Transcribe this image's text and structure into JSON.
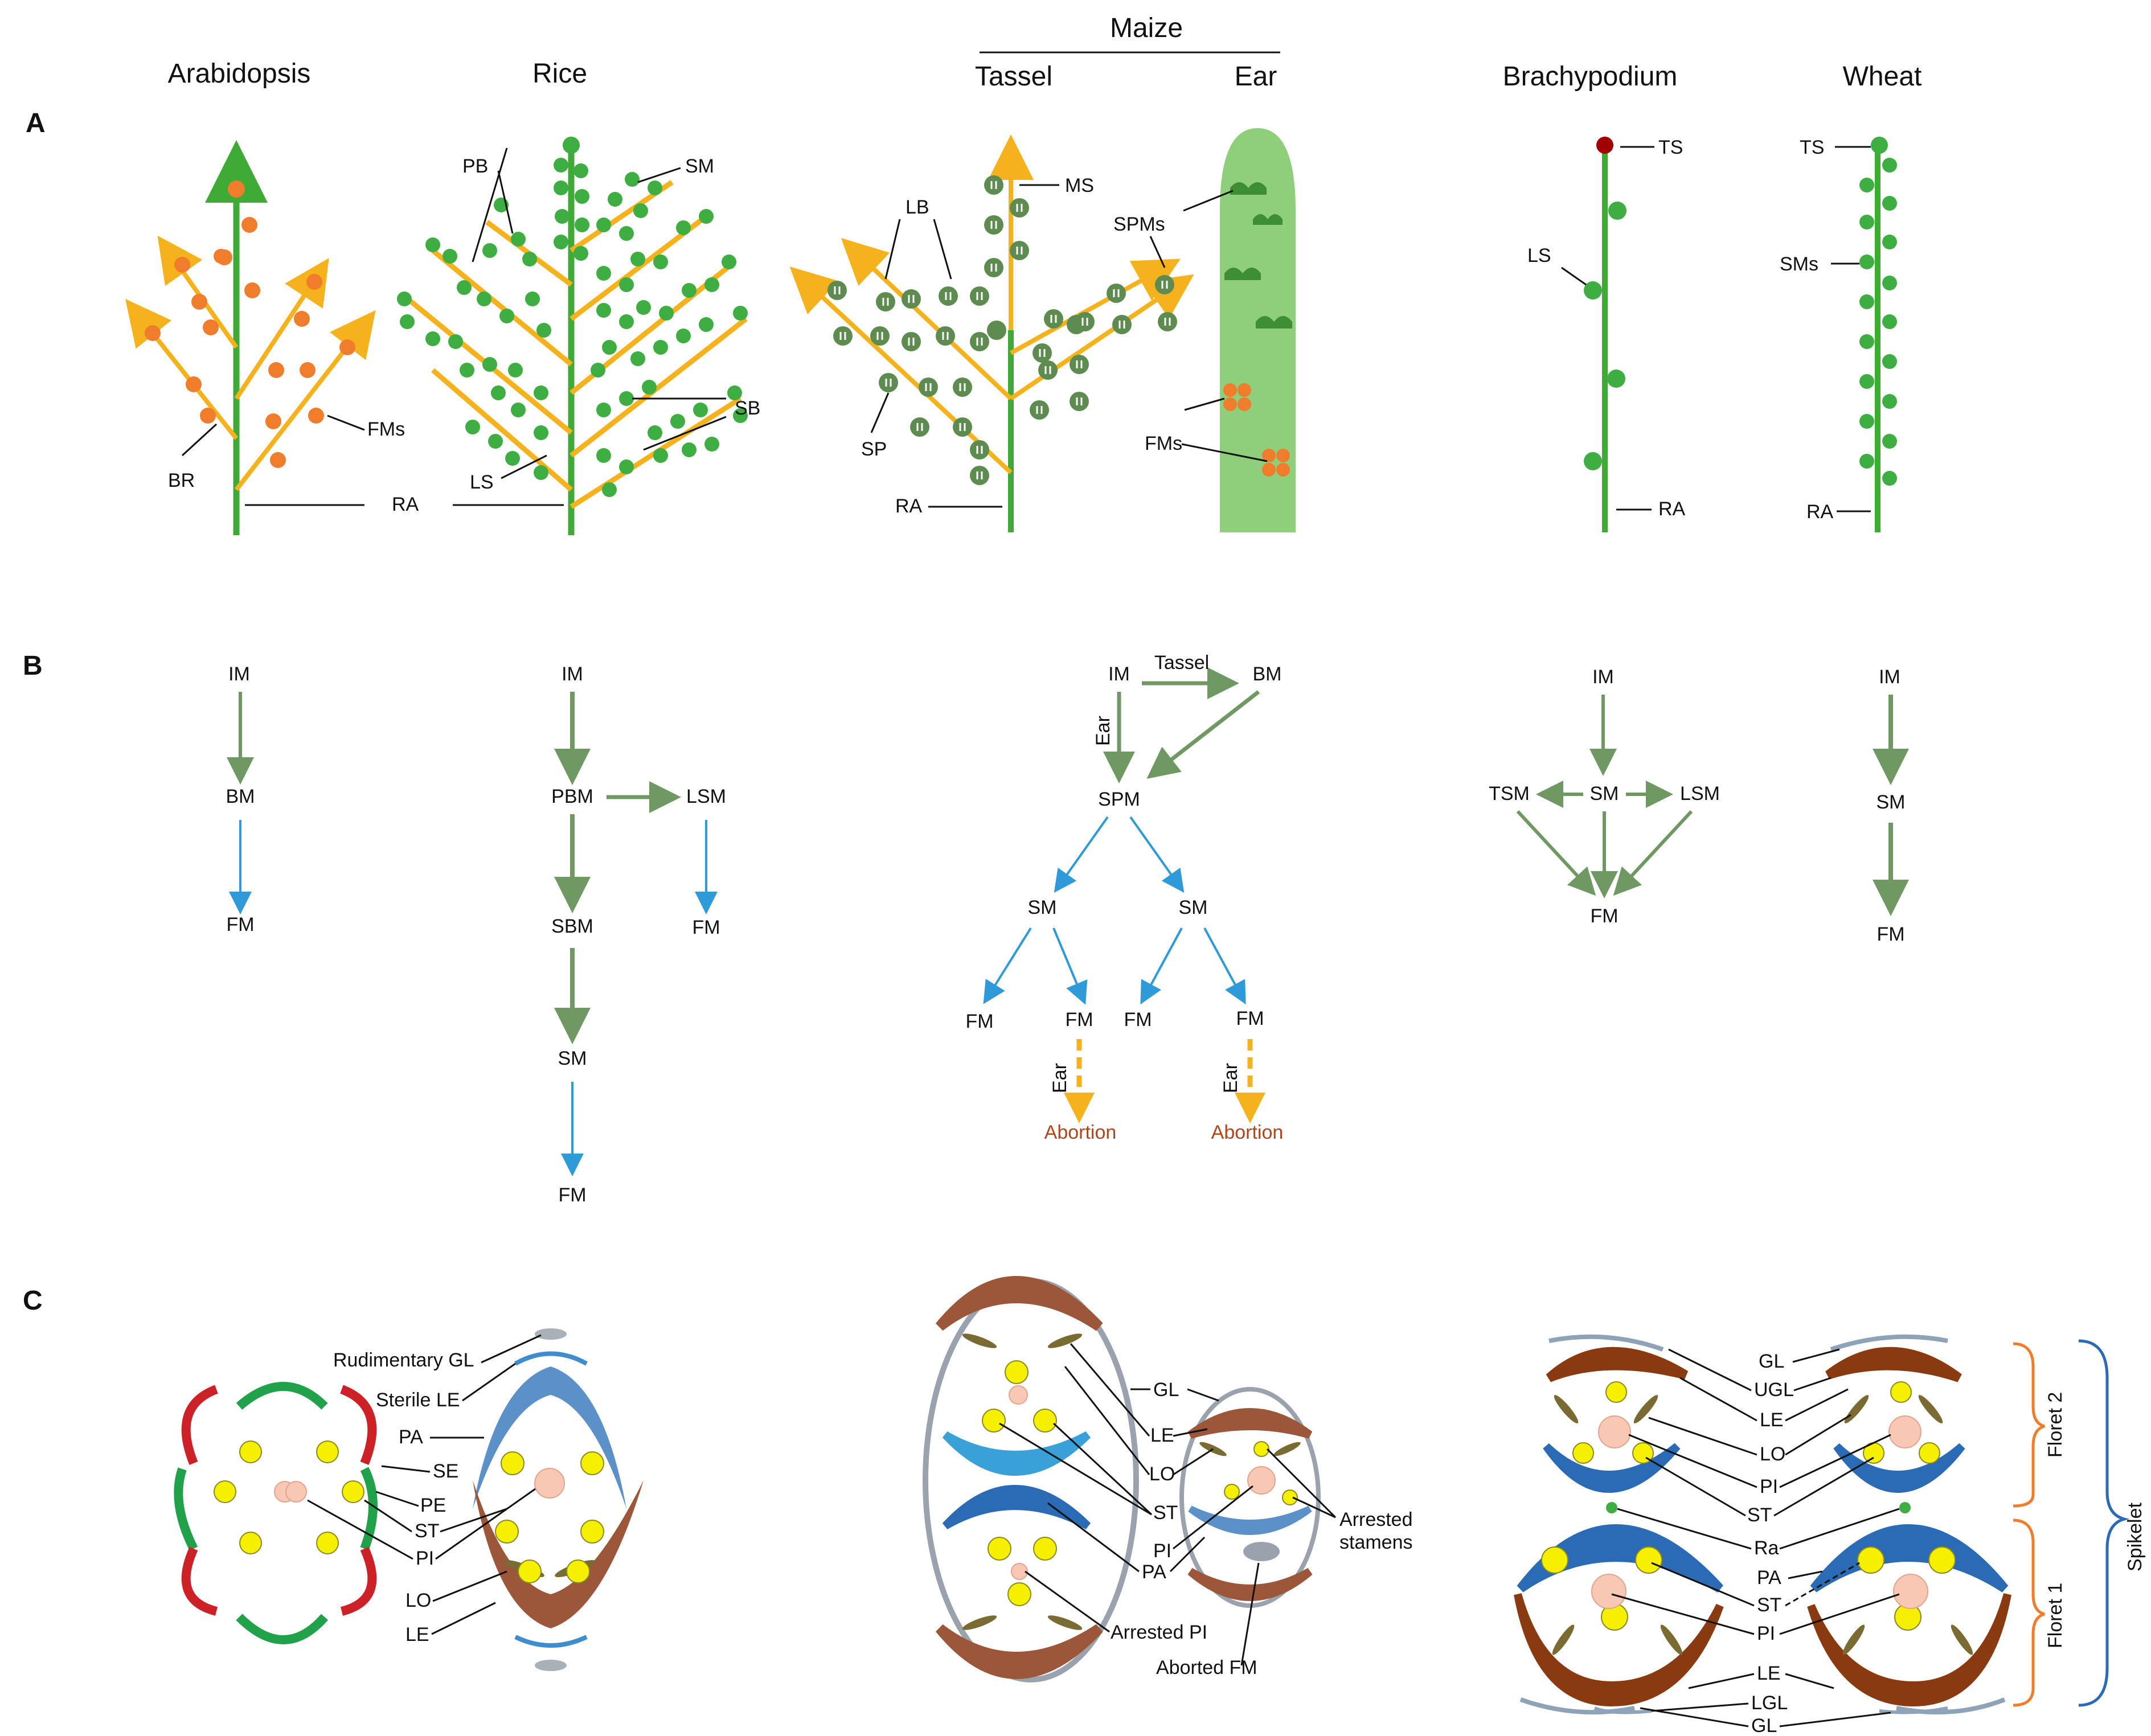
{
  "colors": {
    "stem": "#3faa35",
    "branch": "#f5b21d",
    "orange": "#f07d2c",
    "green_dot": "#3fae42",
    "dark_green": "#5e8b4f",
    "arrow_green": "#6f9862",
    "arrow_blue": "#2f9ad8",
    "dashed_yellow": "#f5b21d",
    "abortion_text": "#b0451a",
    "ts_red": "#a00000",
    "ear_fill": "#8fcf7c",
    "yellow": "#f5ef00",
    "pink": "#f9c8b4",
    "brown": "#9c5639",
    "blue": "#2b6bb5",
    "gray": "#9aa3ad",
    "red": "#cc2127",
    "floral_green": "#21a24a"
  },
  "headers": {
    "arabidopsis": "Arabidopsis",
    "rice": "Rice",
    "maize": "Maize",
    "tassel": "Tassel",
    "ear": "Ear",
    "brachypodium": "Brachypodium",
    "wheat": "Wheat"
  },
  "panels": {
    "a": "A",
    "b": "B",
    "c": "C"
  },
  "panel_a": {
    "arabidopsis": {
      "br": "BR",
      "fms": "FMs"
    },
    "ra_shared": "RA",
    "rice": {
      "pb": "PB",
      "sm": "SM",
      "sb": "SB",
      "ls": "LS"
    },
    "tassel": {
      "lb": "LB",
      "ms": "MS",
      "sp": "SP",
      "ra": "RA"
    },
    "ear": {
      "spms": "SPMs",
      "fms": "FMs"
    },
    "brachypodium": {
      "ts": "TS",
      "ls": "LS",
      "ra": "RA"
    },
    "wheat": {
      "ts": "TS",
      "sms": "SMs",
      "ra": "RA"
    }
  },
  "panel_b": {
    "arabidopsis": {
      "im": "IM",
      "bm": "BM",
      "fm": "FM"
    },
    "rice": {
      "im": "IM",
      "pbm": "PBM",
      "lsm": "LSM",
      "fm_lsm": "FM",
      "sbm": "SBM",
      "sm": "SM",
      "fm": "FM"
    },
    "maize": {
      "im": "IM",
      "tassel": "Tassel",
      "bm": "BM",
      "ear": "Ear",
      "spm": "SPM",
      "sm_left": "SM",
      "sm_right": "SM",
      "fm1": "FM",
      "fm2": "FM",
      "fm3": "FM",
      "fm4": "FM",
      "ear_left": "Ear",
      "ear_right": "Ear",
      "abortion_left": "Abortion",
      "abortion_right": "Abortion"
    },
    "brachypodium": {
      "im": "IM",
      "tsm": "TSM",
      "sm": "SM",
      "lsm": "LSM",
      "fm": "FM"
    },
    "wheat": {
      "im": "IM",
      "sm": "SM",
      "fm": "FM"
    }
  },
  "panel_c": {
    "arabidopsis_rice": {
      "rudimentary_gl": "Rudimentary GL",
      "sterile_le": "Sterile LE",
      "pa": "PA",
      "se": "SE",
      "pe": "PE",
      "st": "ST",
      "pi": "PI",
      "lo": "LO",
      "le": "LE"
    },
    "maize": {
      "gl": "GL",
      "le": "LE",
      "lo": "LO",
      "st": "ST",
      "pi": "PI",
      "pa": "PA",
      "arrested_stamens": "Arrested stamens",
      "arrested_pi": "Arrested PI",
      "aborted_fm": "Aborted FM"
    },
    "wheat": {
      "gl_top": "GL",
      "ugl": "UGL",
      "le_top": "LE",
      "lo": "LO",
      "pi_top": "PI",
      "st_top": "ST",
      "ra": "Ra",
      "pa": "PA",
      "st_bottom": "ST",
      "pi_bottom": "PI",
      "le_bottom": "LE",
      "lgl": "LGL",
      "gl_bottom": "GL",
      "floret2": "Floret 2",
      "floret1": "Floret 1",
      "spikelet": "Spikelet"
    }
  }
}
